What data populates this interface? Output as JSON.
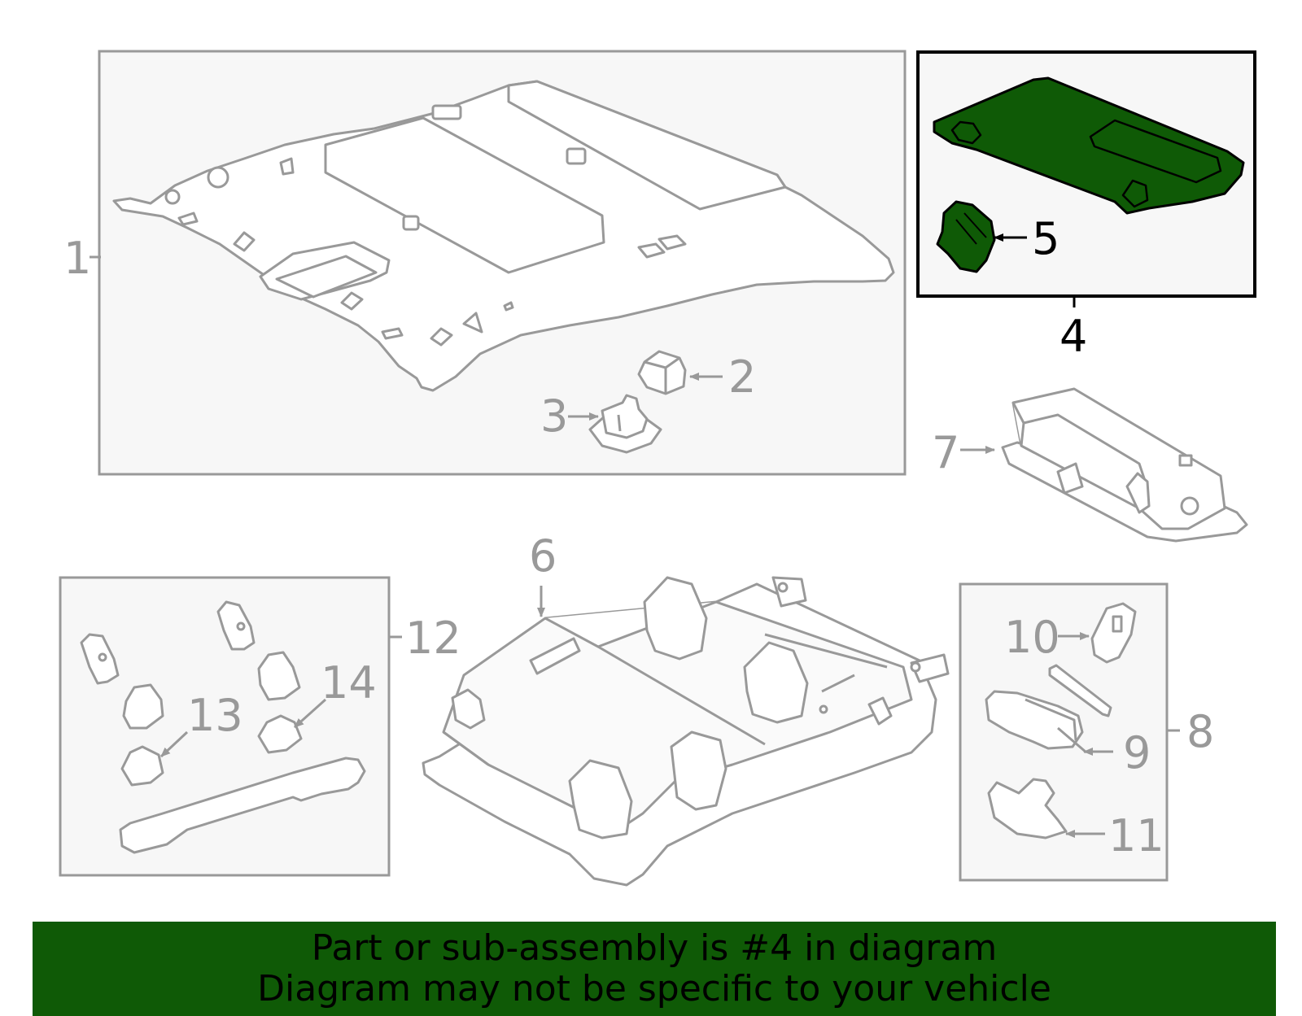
{
  "accent_color": "#0f5a06",
  "part_stroke_color": "#999999",
  "callouts": {
    "c1": "1",
    "c2": "2",
    "c3": "3",
    "c4": "4",
    "c5": "5",
    "c6": "6",
    "c7": "7",
    "c8": "8",
    "c9": "9",
    "c10": "10",
    "c11": "11",
    "c12": "12",
    "c13": "13",
    "c14": "14"
  },
  "highlighted_part": "4",
  "banner": {
    "line1": "Part or sub-assembly is #4 in diagram",
    "line2": "Diagram may not be specific to your vehicle"
  }
}
